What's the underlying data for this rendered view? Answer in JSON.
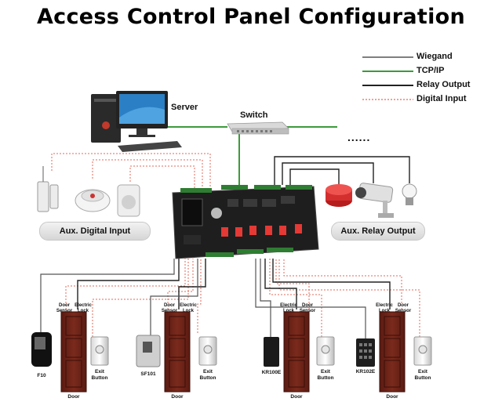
{
  "title": "Access Control Panel Configuration",
  "legend": [
    {
      "label": "Wiegand",
      "color": "#555555",
      "style": "solid"
    },
    {
      "label": "TCP/IP",
      "color": "#3c9a3c",
      "style": "solid"
    },
    {
      "label": "Relay Output",
      "color": "#222222",
      "style": "solid"
    },
    {
      "label": "Digital Input",
      "color": "#e06a5a",
      "style": "dotted"
    }
  ],
  "nodes": {
    "server": "Server",
    "switch": "Switch",
    "more": "......",
    "aux_digital_input": "Aux. Digital Input",
    "aux_relay_output": "Aux. Relay Output"
  },
  "door_groups": [
    {
      "reader": "F10",
      "door_sensor": "Door Sensor",
      "electric_lock": "Electric Lock",
      "exit_button": "Exit Button",
      "door": "Door"
    },
    {
      "reader": "SF101",
      "door_sensor": "Door Sensor",
      "electric_lock": "Electric Lock",
      "exit_button": "Exit Button",
      "door": "Door"
    },
    {
      "reader": "KR100E",
      "door_sensor": "Door Sensor",
      "electric_lock": "Electric Lock",
      "exit_button": "Exit Button",
      "door": "Door"
    },
    {
      "reader": "KR102E",
      "door_sensor": "Door Sensor",
      "electric_lock": "Electric Lock",
      "exit_button": "Exit Button",
      "door": "Door"
    }
  ]
}
